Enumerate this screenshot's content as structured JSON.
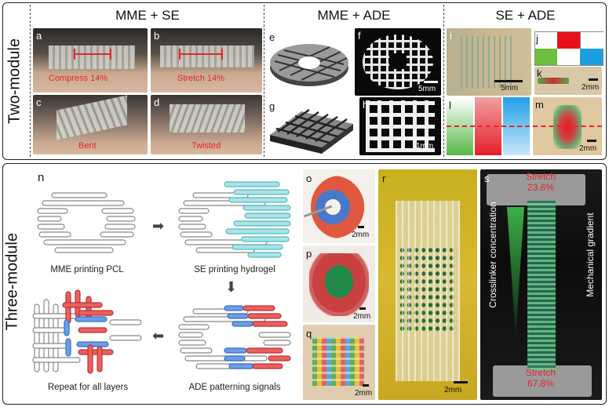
{
  "rows": {
    "top_label": "Two-module",
    "bottom_label": "Three-module"
  },
  "headers": {
    "col1": "MME + SE",
    "col2": "MME + ADE",
    "col3": "SE + ADE"
  },
  "panels": {
    "a": "a",
    "b": "b",
    "c": "c",
    "d": "d",
    "e": "e",
    "f": "f",
    "g": "g",
    "h": "h",
    "i": "i",
    "j": "j",
    "k": "k",
    "l": "l",
    "m": "m",
    "n": "n",
    "o": "o",
    "p": "p",
    "q": "q",
    "r": "r",
    "s": "s"
  },
  "annotations": {
    "compress": "Compress 14%",
    "stretch": "Stretch 14%",
    "bent": "Bent",
    "twisted": "Twisted",
    "stretch_top_label": "Stretch",
    "stretch_top_value": "23.6%",
    "stretch_bottom_label": "Stretch",
    "stretch_bottom_value": "67.8%",
    "crosslinker": "Crosslinker concentration",
    "mechanical": "Mechanical gradient"
  },
  "scalebars": {
    "f": "5mm",
    "h": "1mm",
    "i": "5mm",
    "k": "2mm",
    "m": "2mm",
    "o": "2mm",
    "p": "2mm",
    "q": "2mm",
    "r": "2mm"
  },
  "steps": {
    "s1": "MME printing PCL",
    "s2": "SE printing hydrogel",
    "s3": "ADE patterning signals",
    "s4": "Repeat for all layers"
  },
  "colors": {
    "pcl": "#c8c8c8",
    "hydrogel": "#8fd3d8",
    "signal_red": "#e05050",
    "signal_blue": "#5a8fe0",
    "annotation_red": "#e5262c"
  }
}
